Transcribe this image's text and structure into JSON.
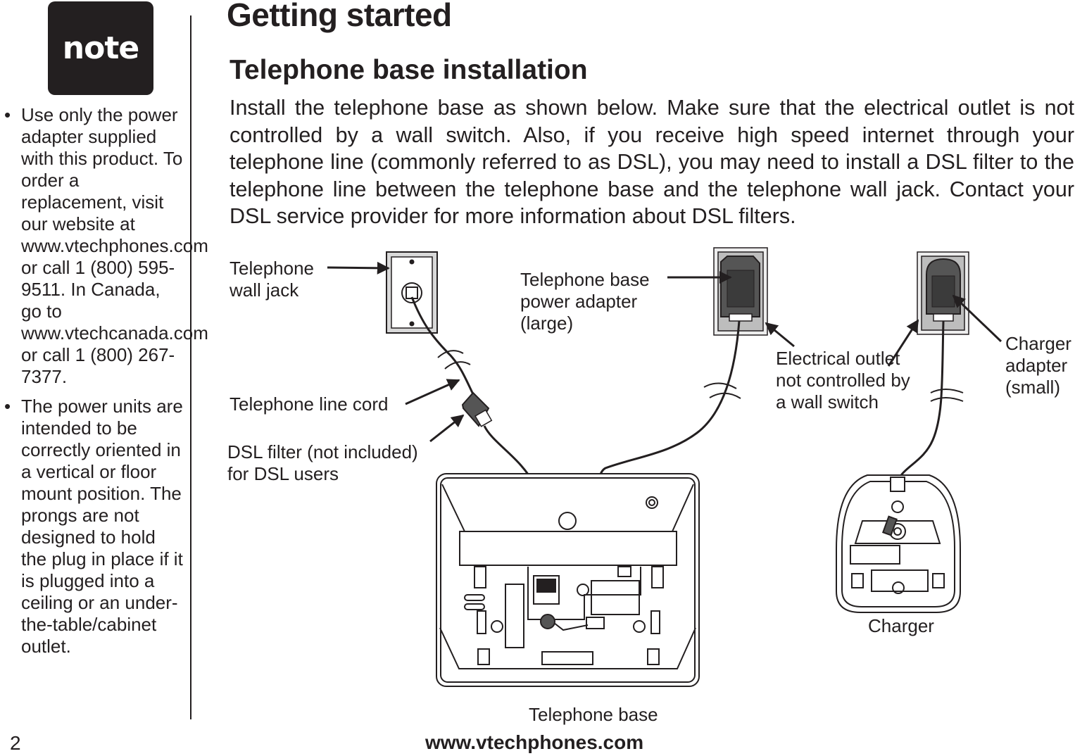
{
  "sidebar": {
    "badge": "note",
    "notes": [
      "Use only the power adapter supplied with this product. To order a replacement, visit our website at www.vtechphones.com or call 1 (800) 595-9511. In Canada, go to www.vtechcanada.com or call 1 (800) 267-7377.",
      "The power units are intended to be correctly oriented in a vertical or floor mount position. The prongs are not designed to hold the plug in place if it is plugged into a ceiling or an under-the-table/cabinet outlet."
    ]
  },
  "page": {
    "title": "Getting started",
    "section_title": "Telephone base installation",
    "intro": "Install the telephone base as shown below. Make sure that the electrical outlet is not controlled by a wall switch. Also, if you receive high speed internet through your telephone line (commonly referred to as DSL), you may need to install a DSL filter to the telephone line between the telephone base and the telephone wall jack. Contact your DSL service provider for more information about DSL filters."
  },
  "diagram": {
    "labels": {
      "wall_jack": "Telephone wall jack",
      "line_cord": "Telephone line cord",
      "dsl_filter": "DSL filter (not included) for DSL users",
      "base_adapter": "Telephone base power adapter (large)",
      "outlet": "Electrical outlet not controlled by a wall switch",
      "charger_adapter": "Charger adapter (small)",
      "charger": "Charger",
      "telephone_base": "Telephone base"
    }
  },
  "footer": {
    "page_number": "2",
    "url": "www.vtechphones.com"
  },
  "colors": {
    "ink": "#231f20",
    "adapter_fill": "#555555",
    "plate": "#d9d9d9"
  }
}
